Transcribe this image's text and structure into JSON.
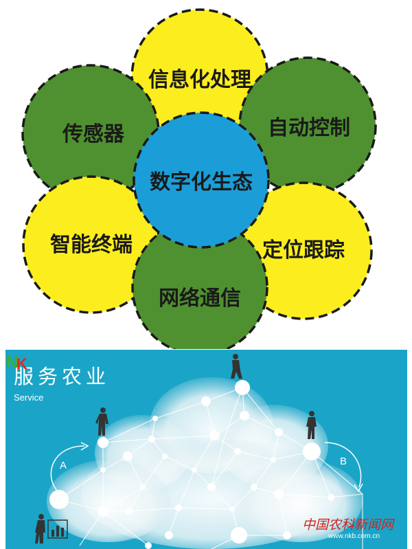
{
  "diagram": {
    "center": "数字化生态",
    "petals": [
      "信息化处理",
      "自动控制",
      "定位跟踪",
      "网络通信",
      "智能终端",
      "传感器"
    ]
  },
  "panel": {
    "title": "服务农业",
    "subtitle": "Service",
    "label_a": "A",
    "label_b": "B"
  },
  "watermark": {
    "logo_text": "NK",
    "name": "中国农科新闻网",
    "url": "www.nkb.com.cn"
  },
  "colors": {
    "green": "#4f9130",
    "yellow": "#fcee1e",
    "blue": "#1b9ed8",
    "panel": "#1aa5c8"
  }
}
